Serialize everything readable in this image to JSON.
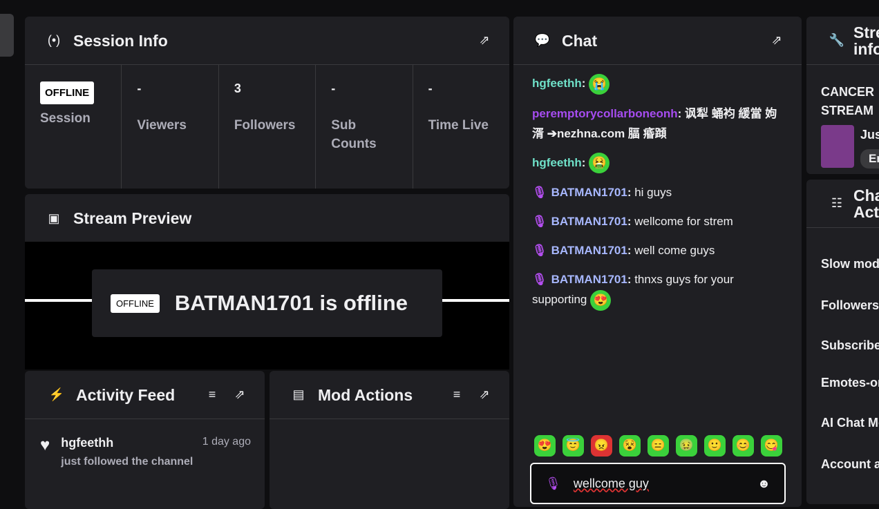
{
  "session": {
    "title": "Session Info",
    "stats": [
      {
        "value": "OFFLINE",
        "label": "Session"
      },
      {
        "value": "-",
        "label": "Viewers"
      },
      {
        "value": "3",
        "label": "Followers"
      },
      {
        "value": "-",
        "label": "Sub Counts"
      },
      {
        "value": "-",
        "label": "Time Live"
      }
    ]
  },
  "preview": {
    "title": "Stream Preview",
    "badge": "OFFLINE",
    "message": "BATMAN1701 is offline"
  },
  "activity": {
    "title": "Activity Feed",
    "item": {
      "user": "hgfeethh",
      "time": "1 day ago",
      "text": "just followed the channel"
    }
  },
  "mod": {
    "title": "Mod Actions"
  },
  "chat": {
    "title": "Chat",
    "messages": [
      {
        "user": "hgfeethh",
        "text": "",
        "color": "#6fe0c8"
      },
      {
        "user": "peremptorycollarboneonh",
        "text": " 讽犁 蛹袀 緩當 姁 湑 ➔nezhna.com 腷 痻蹞",
        "color": "#a64cf0"
      },
      {
        "user": "hgfeethh",
        "text": "",
        "color": "#6fe0c8"
      },
      {
        "user": "BATMAN1701",
        "text": " hi guys",
        "color": "#a8b8ff"
      },
      {
        "user": "BATMAN1701",
        "text": " wellcome for strem",
        "color": "#a8b8ff"
      },
      {
        "user": "BATMAN1701",
        "text": " well come guys",
        "color": "#a8b8ff"
      },
      {
        "user": "BATMAN1701",
        "text": " thnxs guys for your supporting",
        "color": "#a8b8ff"
      }
    ],
    "input_value": "wellcome guy"
  },
  "right": {
    "stream_title": "Stream info",
    "stream_name": "CANCER STREAM",
    "category": "Just Chatting",
    "tag": "En",
    "actions_title": "Chat Actions",
    "actions": [
      "Slow mode",
      "Followers",
      "Subscribers",
      "Emotes-only",
      "AI Chat Mod",
      "Account age"
    ]
  }
}
